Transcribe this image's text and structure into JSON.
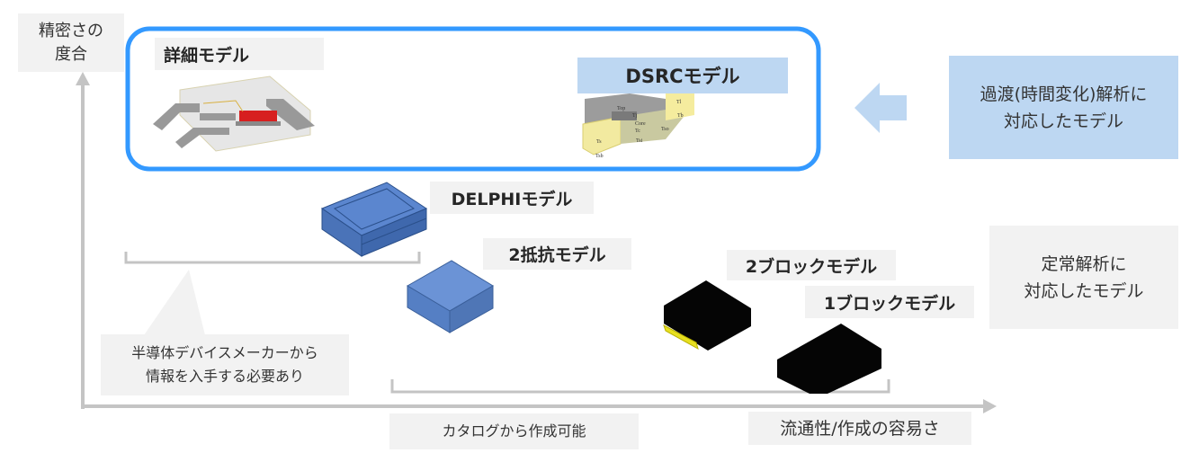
{
  "axes": {
    "y_label": "精密さの\n度合",
    "x_label": "流通性/作成の容易さ"
  },
  "models": {
    "detailed": "詳細モデル",
    "dsrc": "DSRCモデル",
    "delphi": "DELPHIモデル",
    "two_resistor": "2抵抗モデル",
    "two_block": "2ブロックモデル",
    "one_block": "1ブロックモデル"
  },
  "dsrc_image_labels": [
    "Top",
    "Tj",
    "Core",
    "Tc",
    "Ts",
    "Tsi",
    "Tso",
    "Tl",
    "Tb",
    "Tsb"
  ],
  "notes": {
    "transient": "過渡(時間変化)解析に\n対応したモデル",
    "steady": "定常解析に\n対応したモデル",
    "vendor_info": "半導体デバイスメーカーから\n情報を入手する必要あり",
    "catalog": "カタログから作成可能"
  },
  "colors": {
    "highlight_border": "#3399ff",
    "transient_bg": "#bdd7f2",
    "label_bg": "#f2f2f2",
    "axis": "#bfbfbf"
  }
}
